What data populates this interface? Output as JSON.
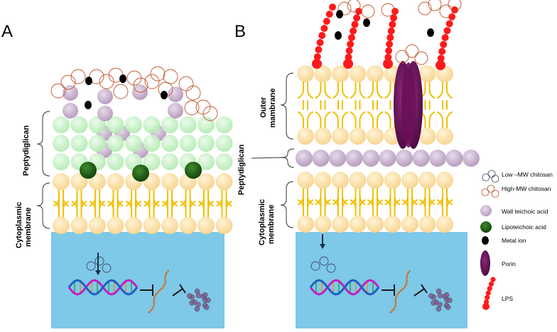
{
  "panels": {
    "a": {
      "letter": "A",
      "label_peptidoglycan": "Peptydiglican",
      "label_membrane_line1": "Cytoplasmic",
      "label_membrane_line2": "membrane"
    },
    "b": {
      "letter": "B",
      "label_outer_line1": "Outer",
      "label_outer_line2": "mambrane",
      "label_peptidoglycan": "Peptydiglican",
      "label_membrane_line1": "Cytoplasmic",
      "label_membrane_line2": "membrane"
    }
  },
  "legend": {
    "low_mw": "Low –MW chitosan",
    "high_mw": "High-MW chitosan",
    "wall_teichoic": "Wall teichoic acid",
    "lipoteichoic": "Lipoteichoic acid",
    "metal_ion": "Metal ion",
    "porin": "Porin",
    "lps": "LPS"
  },
  "colors": {
    "cytoplasm": "#7ec8e8",
    "lipid_head": "#fde0a4",
    "lipid_tail": "#f2c000",
    "peptidoglycan": "#c9f2c9",
    "teichoic": "#c9b3cf",
    "lipoteichoic": "#1c5e12",
    "porin": "#5c0b4c",
    "lps": "#ff1a1a",
    "chitosan_high": "#c0522a",
    "chitosan_low": "#3a4a6a"
  }
}
